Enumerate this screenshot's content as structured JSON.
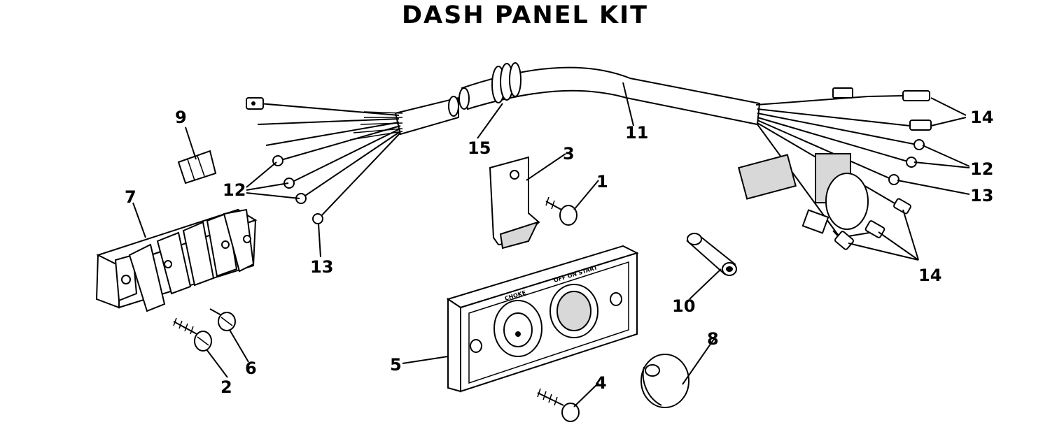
{
  "title": "DASH PANEL KIT",
  "panel": {
    "label_left": "CHOKE",
    "label_right": "OFF ON START"
  },
  "callouts": [
    {
      "id": "c1",
      "text": "1"
    },
    {
      "id": "c2",
      "text": "2"
    },
    {
      "id": "c3",
      "text": "3"
    },
    {
      "id": "c4",
      "text": "4"
    },
    {
      "id": "c5",
      "text": "5"
    },
    {
      "id": "c6",
      "text": "6"
    },
    {
      "id": "c7",
      "text": "7"
    },
    {
      "id": "c8",
      "text": "8"
    },
    {
      "id": "c9",
      "text": "9"
    },
    {
      "id": "c10",
      "text": "10"
    },
    {
      "id": "c11",
      "text": "11"
    },
    {
      "id": "c12a",
      "text": "12"
    },
    {
      "id": "c12b",
      "text": "12"
    },
    {
      "id": "c13a",
      "text": "13"
    },
    {
      "id": "c13b",
      "text": "13"
    },
    {
      "id": "c14a",
      "text": "14"
    },
    {
      "id": "c14b",
      "text": "14"
    },
    {
      "id": "c15",
      "text": "15"
    }
  ]
}
